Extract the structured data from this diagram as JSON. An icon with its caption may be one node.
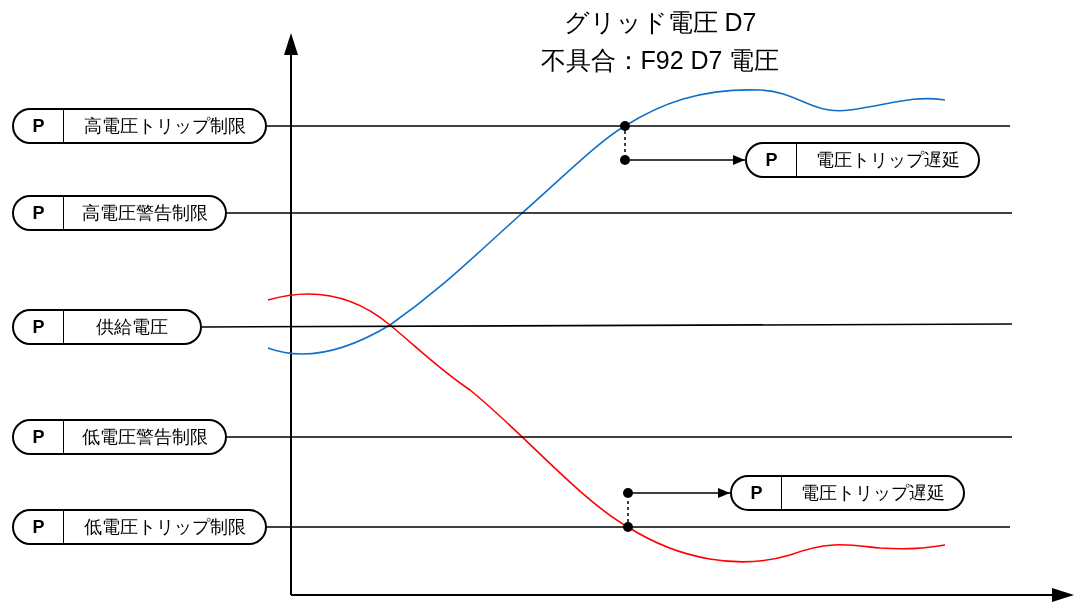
{
  "diagram": {
    "title": "グリッド電圧 D7",
    "nodes": [
      {
        "text": [
          "P",
          "高電圧トリップ制限"
        ]
      },
      {
        "text": [],
        "shape": "circle"
      },
      {
        "text": [],
        "shape": "circle"
      },
      {
        "text": [
          "P",
          "電圧トリップ遅延"
        ]
      },
      {
        "text": [
          "P",
          "高電圧警告制限"
        ]
      },
      {
        "text": [
          "P",
          "供給電圧"
        ]
      },
      {
        "text": [
          "P",
          "低電圧警告制限"
        ]
      },
      {
        "text": [],
        "shape": "circle"
      },
      {
        "text": [
          "P",
          "電圧トリップ遅延"
        ]
      },
      {
        "text": [
          "P",
          "低電圧トリップ制限"
        ]
      },
      {
        "text": [],
        "shape": "circle"
      }
    ],
    "edges": [
      {
        "from": 0,
        "to": null,
        "arrow": "none"
      },
      {
        "from": 4,
        "to": null,
        "arrow": "none"
      },
      {
        "from": 5,
        "to": null,
        "arrow": "none"
      },
      {
        "from": 6,
        "to": null,
        "arrow": "none"
      },
      {
        "from": 9,
        "to": null,
        "arrow": "none"
      },
      {
        "from": 1,
        "to": 2,
        "arrow": "none",
        "style": "dashed"
      },
      {
        "from": 2,
        "to": 3,
        "arrow": "to"
      },
      {
        "from": 10,
        "to": 7,
        "arrow": "none",
        "style": "dashed"
      },
      {
        "from": 7,
        "to": 8,
        "arrow": "to"
      }
    ],
    "labels": [
      "不具合：F92 D7 電圧"
    ]
  }
}
